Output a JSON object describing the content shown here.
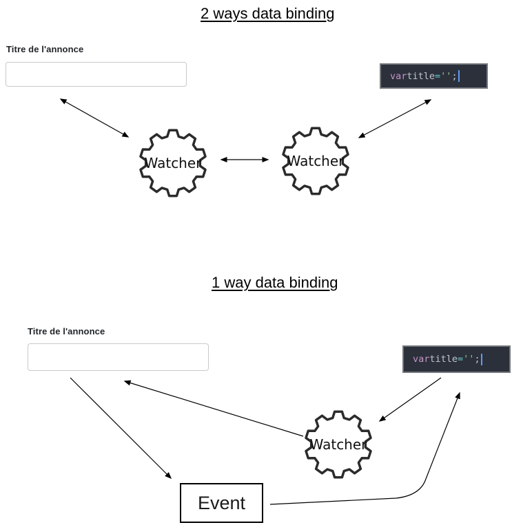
{
  "two_way": {
    "title": "2 ways data binding",
    "form": {
      "label": "Titre de l'annonce",
      "value": "",
      "placeholder": ""
    },
    "code": {
      "keyword": "var",
      "identifier": "title",
      "operator": "=",
      "string": "''",
      "semicolon": ";"
    },
    "watcher_left_label": "Watcher",
    "watcher_right_label": "Watcher"
  },
  "one_way": {
    "title": "1 way data binding",
    "form": {
      "label": "Titre de l'annonce",
      "value": "",
      "placeholder": ""
    },
    "code": {
      "keyword": "var",
      "identifier": "title",
      "operator": "=",
      "string": "''",
      "semicolon": ";"
    },
    "watcher_label": "Watcher",
    "event_label": "Event"
  },
  "colors": {
    "code_background": "#2b303b",
    "code_border": "#75787d",
    "code_keyword": "#c594c5",
    "code_identifier": "#c0c5ce",
    "code_operator": "#66cccc",
    "code_string": "#99c794",
    "code_punctuation": "#c0c5ce",
    "code_cursor": "#5e9cf5",
    "arrow": "#000000",
    "gear_stroke": "#2b2b2b"
  }
}
